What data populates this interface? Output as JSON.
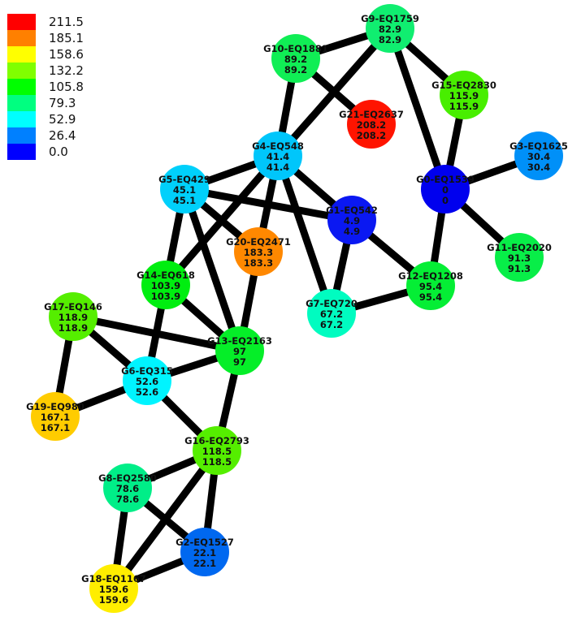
{
  "legend": [
    {
      "label": "211.5",
      "color": "#ff0000"
    },
    {
      "label": "185.1",
      "color": "#ff8000"
    },
    {
      "label": "158.6",
      "color": "#ffff00"
    },
    {
      "label": "132.2",
      "color": "#80ff00"
    },
    {
      "label": "105.8",
      "color": "#00ff00"
    },
    {
      "label": "79.3",
      "color": "#00ff80"
    },
    {
      "label": "52.9",
      "color": "#00ffff"
    },
    {
      "label": "26.4",
      "color": "#0080ff"
    },
    {
      "label": "0.0",
      "color": "#0000ff"
    }
  ],
  "nodes": [
    {
      "id": "G0",
      "name": "G0-EQ1539",
      "v1": "0",
      "v2": "0",
      "color": "#0000ee"
    },
    {
      "id": "G1",
      "name": "G1-EQ542",
      "v1": "4.9",
      "v2": "4.9",
      "color": "#0a18f2"
    },
    {
      "id": "G2",
      "name": "G2-EQ1527",
      "v1": "22.1",
      "v2": "22.1",
      "color": "#0068f0"
    },
    {
      "id": "G3",
      "name": "G3-EQ1625",
      "v1": "30.4",
      "v2": "30.4",
      "color": "#0090f8"
    },
    {
      "id": "G4",
      "name": "G4-EQ548",
      "v1": "41.4",
      "v2": "41.4",
      "color": "#00c6fb"
    },
    {
      "id": "G5",
      "name": "G5-EQ429",
      "v1": "45.1",
      "v2": "45.1",
      "color": "#00d0fb"
    },
    {
      "id": "G6",
      "name": "G6-EQ315",
      "v1": "52.6",
      "v2": "52.6",
      "color": "#00f4ff"
    },
    {
      "id": "G7",
      "name": "G7-EQ720",
      "v1": "67.2",
      "v2": "67.2",
      "color": "#00fcc0"
    },
    {
      "id": "G8",
      "name": "G8-EQ2580",
      "v1": "78.6",
      "v2": "78.6",
      "color": "#00ee88"
    },
    {
      "id": "G9",
      "name": "G9-EQ1759",
      "v1": "82.9",
      "v2": "82.9",
      "color": "#10ee70"
    },
    {
      "id": "G10",
      "name": "G10-EQ1881",
      "v1": "89.2",
      "v2": "89.2",
      "color": "#10ee55"
    },
    {
      "id": "G11",
      "name": "G11-EQ2020",
      "v1": "91.3",
      "v2": "91.3",
      "color": "#08ee48"
    },
    {
      "id": "G12",
      "name": "G12-EQ1208",
      "v1": "95.4",
      "v2": "95.4",
      "color": "#05ee35"
    },
    {
      "id": "G13",
      "name": "G13-EQ2163",
      "v1": "97",
      "v2": "97",
      "color": "#05ee28"
    },
    {
      "id": "G14",
      "name": "G14-EQ618",
      "v1": "103.9",
      "v2": "103.9",
      "color": "#00ee10"
    },
    {
      "id": "G15",
      "name": "G15-EQ2830",
      "v1": "115.9",
      "v2": "115.9",
      "color": "#48ee00"
    },
    {
      "id": "G16",
      "name": "G16-EQ2793",
      "v1": "118.5",
      "v2": "118.5",
      "color": "#55ee00"
    },
    {
      "id": "G17",
      "name": "G17-EQ146",
      "v1": "118.9",
      "v2": "118.9",
      "color": "#55ee00"
    },
    {
      "id": "G18",
      "name": "G18-EQ1167",
      "v1": "159.6",
      "v2": "159.6",
      "color": "#ffee00"
    },
    {
      "id": "G19",
      "name": "G19-EQ980",
      "v1": "167.1",
      "v2": "167.1",
      "color": "#ffcc00"
    },
    {
      "id": "G20",
      "name": "G20-EQ2471",
      "v1": "183.3",
      "v2": "183.3",
      "color": "#ff8800"
    },
    {
      "id": "G21",
      "name": "G21-EQ2637",
      "v1": "208.2",
      "v2": "208.2",
      "color": "#ff1400"
    }
  ],
  "edges": [
    [
      "G9",
      "G10"
    ],
    [
      "G9",
      "G4"
    ],
    [
      "G9",
      "G15"
    ],
    [
      "G9",
      "G0"
    ],
    [
      "G10",
      "G4"
    ],
    [
      "G10",
      "G21"
    ],
    [
      "G15",
      "G0"
    ],
    [
      "G0",
      "G3"
    ],
    [
      "G0",
      "G11"
    ],
    [
      "G0",
      "G12"
    ],
    [
      "G4",
      "G5"
    ],
    [
      "G4",
      "G1"
    ],
    [
      "G4",
      "G20"
    ],
    [
      "G4",
      "G14"
    ],
    [
      "G4",
      "G7"
    ],
    [
      "G5",
      "G1"
    ],
    [
      "G5",
      "G20"
    ],
    [
      "G5",
      "G14"
    ],
    [
      "G5",
      "G13"
    ],
    [
      "G1",
      "G7"
    ],
    [
      "G1",
      "G12"
    ],
    [
      "G12",
      "G7"
    ],
    [
      "G20",
      "G13"
    ],
    [
      "G14",
      "G13"
    ],
    [
      "G14",
      "G6"
    ],
    [
      "G17",
      "G13"
    ],
    [
      "G17",
      "G6"
    ],
    [
      "G17",
      "G19"
    ],
    [
      "G6",
      "G13"
    ],
    [
      "G6",
      "G19"
    ],
    [
      "G6",
      "G16"
    ],
    [
      "G13",
      "G16"
    ],
    [
      "G16",
      "G8"
    ],
    [
      "G16",
      "G18"
    ],
    [
      "G16",
      "G2"
    ],
    [
      "G8",
      "G2"
    ],
    [
      "G8",
      "G18"
    ],
    [
      "G18",
      "G2"
    ]
  ]
}
